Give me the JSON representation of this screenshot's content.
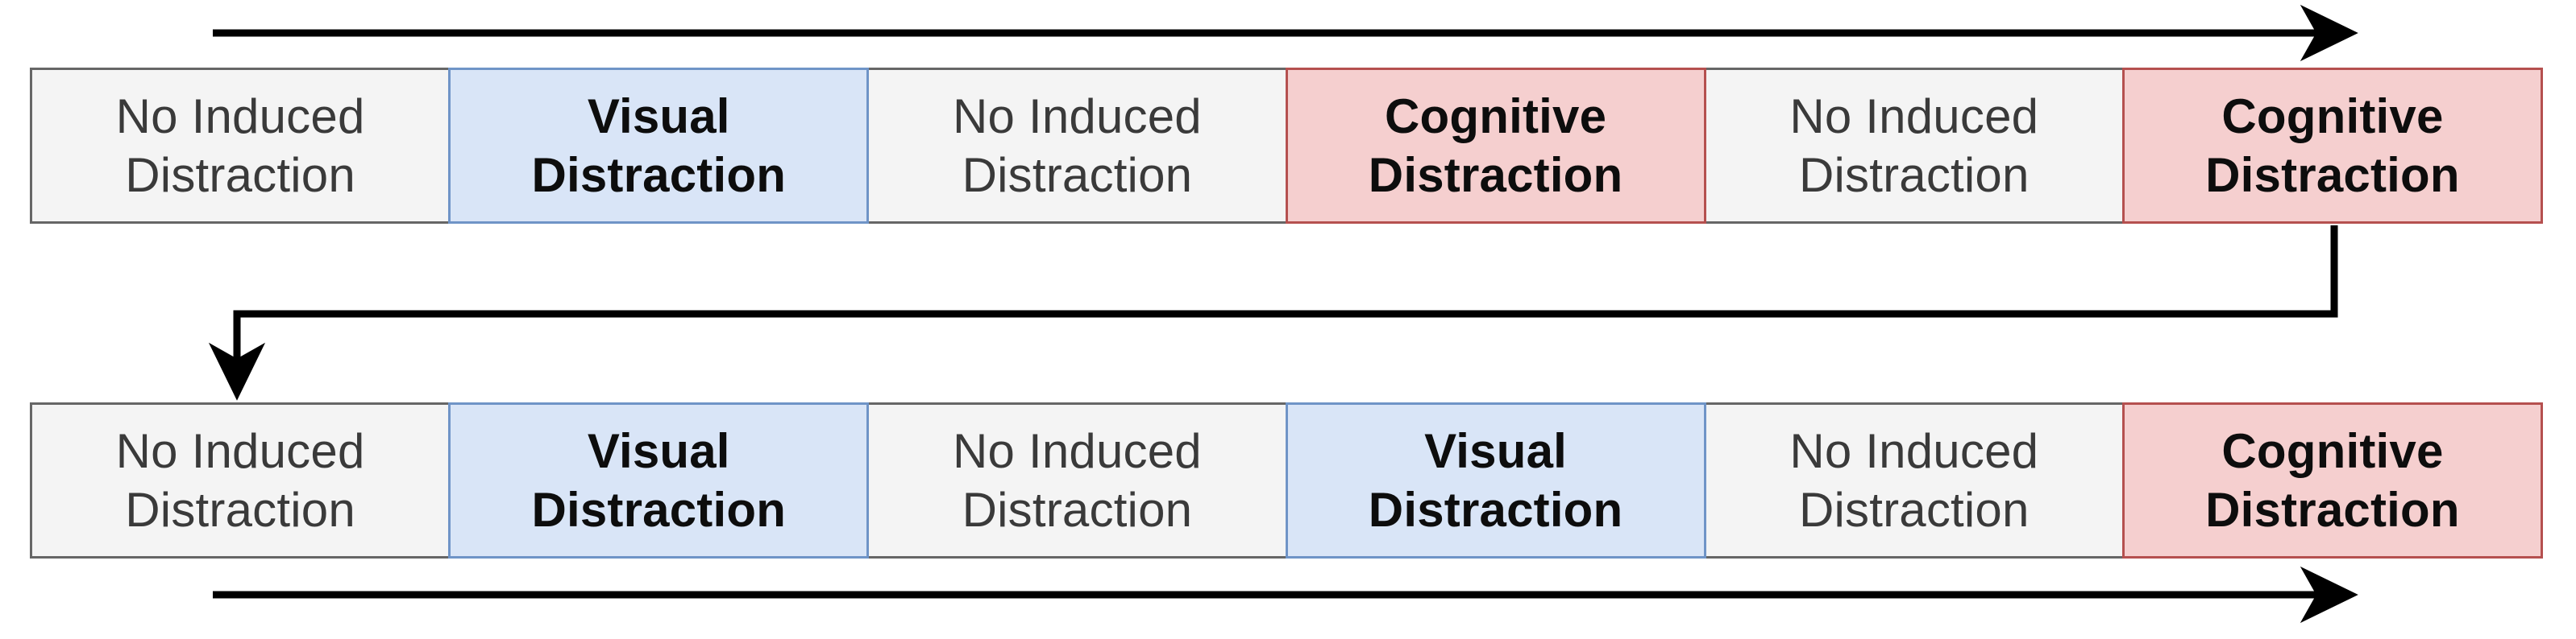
{
  "diagram": {
    "title": "Distraction sequence counterbalancing diagram",
    "labels": {
      "none": {
        "line1": "No Induced",
        "line2": "Distraction"
      },
      "visual": {
        "line1": "Visual",
        "line2": "Distraction"
      },
      "cognitive": {
        "line1": "Cognitive",
        "line2": "Distraction"
      }
    },
    "colors": {
      "none_fill": "#f4f4f4",
      "none_border": "#666666",
      "visual_fill": "#d9e5f7",
      "visual_border": "#6f94c7",
      "cognitive_fill": "#f5cfcf",
      "cognitive_border": "#b5504f",
      "arrow": "#000000",
      "text": "#1b1b1b"
    },
    "rows": [
      {
        "name": "top-sequence",
        "cells": [
          {
            "type": "none",
            "line1": "No Induced",
            "line2": "Distraction"
          },
          {
            "type": "visual",
            "line1": "Visual",
            "line2": "Distraction"
          },
          {
            "type": "none",
            "line1": "No Induced",
            "line2": "Distraction"
          },
          {
            "type": "cognitive",
            "line1": "Cognitive",
            "line2": "Distraction"
          },
          {
            "type": "none",
            "line1": "No Induced",
            "line2": "Distraction"
          },
          {
            "type": "cognitive",
            "line1": "Cognitive",
            "line2": "Distraction"
          }
        ]
      },
      {
        "name": "bottom-sequence",
        "cells": [
          {
            "type": "none",
            "line1": "No Induced",
            "line2": "Distraction"
          },
          {
            "type": "visual",
            "line1": "Visual",
            "line2": "Distraction"
          },
          {
            "type": "none",
            "line1": "No Induced",
            "line2": "Distraction"
          },
          {
            "type": "visual",
            "line1": "Visual",
            "line2": "Distraction"
          },
          {
            "type": "none",
            "line1": "No Induced",
            "line2": "Distraction"
          },
          {
            "type": "cognitive",
            "line1": "Cognitive",
            "line2": "Distraction"
          }
        ]
      }
    ],
    "arrows": [
      {
        "name": "top-time-arrow",
        "direction": "right",
        "label": ""
      },
      {
        "name": "wrap-connector",
        "direction": "down-left",
        "label": ""
      },
      {
        "name": "bottom-time-arrow",
        "direction": "right",
        "label": ""
      }
    ]
  }
}
